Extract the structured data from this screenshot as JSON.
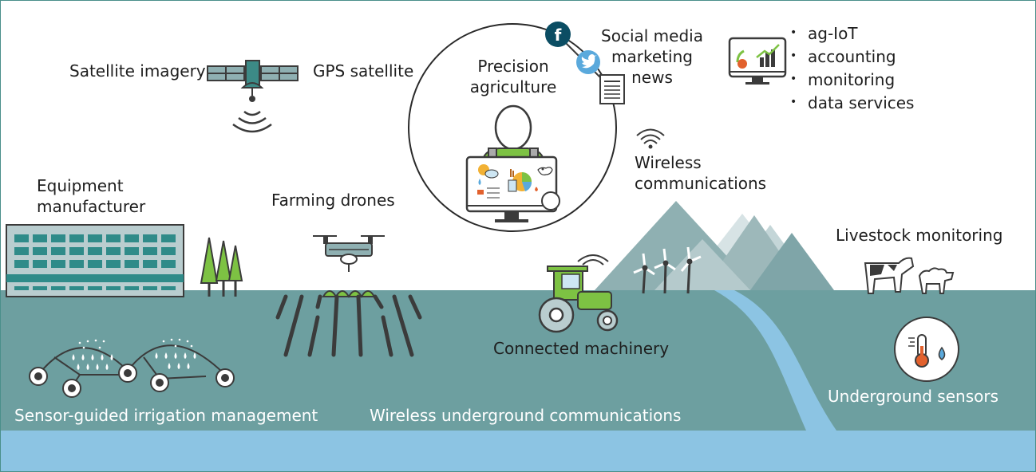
{
  "labels": {
    "satellite_imagery": "Satellite imagery",
    "gps_satellite": "GPS satellite",
    "precision_agriculture_line1": "Precision",
    "precision_agriculture_line2": "agriculture",
    "social_media_line1": "Social media",
    "social_media_line2": "marketing",
    "social_media_line3": "news",
    "wireless_comm_line1": "Wireless",
    "wireless_comm_line2": "communications",
    "equipment_line1": "Equipment",
    "equipment_line2": "manufacturer",
    "farming_drones": "Farming drones",
    "livestock_monitoring": "Livestock monitoring",
    "connected_machinery": "Connected machinery",
    "underground_sensors": "Underground sensors",
    "irrigation": "Sensor-guided irrigation management",
    "wireless_underground": "Wireless underground communications"
  },
  "services": [
    "ag-IoT",
    "accounting",
    "monitoring",
    "data services"
  ],
  "icons": [
    "satellite-icon",
    "wifi-icon",
    "facebook-icon",
    "twitter-icon",
    "news-icon",
    "farmer-icon",
    "monitor-icon",
    "drone-icon",
    "tractor-icon",
    "wind-turbine-icon",
    "cow-icon",
    "sheep-icon",
    "thermometer-icon",
    "water-drop-icon",
    "irrigation-pivot-icon",
    "factory-icon",
    "tree-icon"
  ],
  "colors": {
    "ground": "#6d9fa0",
    "water": "#8cc4e3",
    "mountain_dark": "#7fa5a8",
    "mountain_light": "#c4d6d8",
    "accent_green": "#7dc243",
    "facebook": "#0b4d63",
    "twitter": "#5aa9dc",
    "building": "#2f8b89",
    "outline": "#3b3b3b"
  }
}
